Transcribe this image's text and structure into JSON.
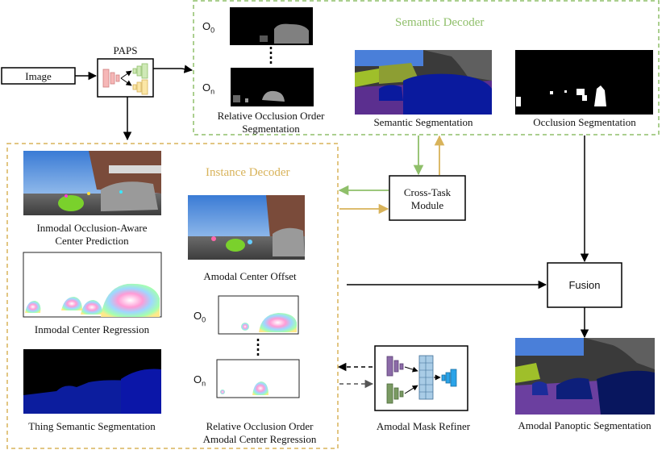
{
  "colors": {
    "semantic_accent": "#8fbf6a",
    "instance_accent": "#d8b35a",
    "arrow": "#000000",
    "semantic_arrow": "#8fbf6a",
    "instance_arrow": "#d8b35a"
  },
  "input": {
    "label": "Image"
  },
  "paps": {
    "label": "PAPS"
  },
  "semantic_decoder": {
    "title": "Semantic Decoder",
    "order_label": "Relative Occlusion Order",
    "order_label_line2": "Segmentation",
    "o0": "O",
    "o0_sub": "0",
    "on": "O",
    "on_sub": "n",
    "semantic_seg_label": "Semantic Segmentation",
    "occlusion_seg_label": "Occlusion Segmentation"
  },
  "instance_decoder": {
    "title": "Instance Decoder",
    "inmodal_center_line1": "Inmodal Occlusion-Aware",
    "inmodal_center_line2": "Center Prediction",
    "amodal_offset_label": "Amodal Center Offset",
    "inmodal_regression_label": "Inmodal Center Regression",
    "thing_semantic_label": "Thing Semantic Segmentation",
    "order_regression_line1": "Relative Occlusion Order",
    "order_regression_line2": "Amodal Center Regression",
    "o0": "O",
    "o0_sub": "0",
    "on": "O",
    "on_sub": "n"
  },
  "cross_task": {
    "line1": "Cross-Task",
    "line2": "Module"
  },
  "fusion": {
    "label": "Fusion"
  },
  "amodal_mask_refiner": {
    "label": "Amodal Mask Refiner"
  },
  "output": {
    "label": "Amodal Panoptic Segmentation"
  },
  "icons": [
    "paps-network-icon",
    "mask-refiner-network-icon"
  ]
}
